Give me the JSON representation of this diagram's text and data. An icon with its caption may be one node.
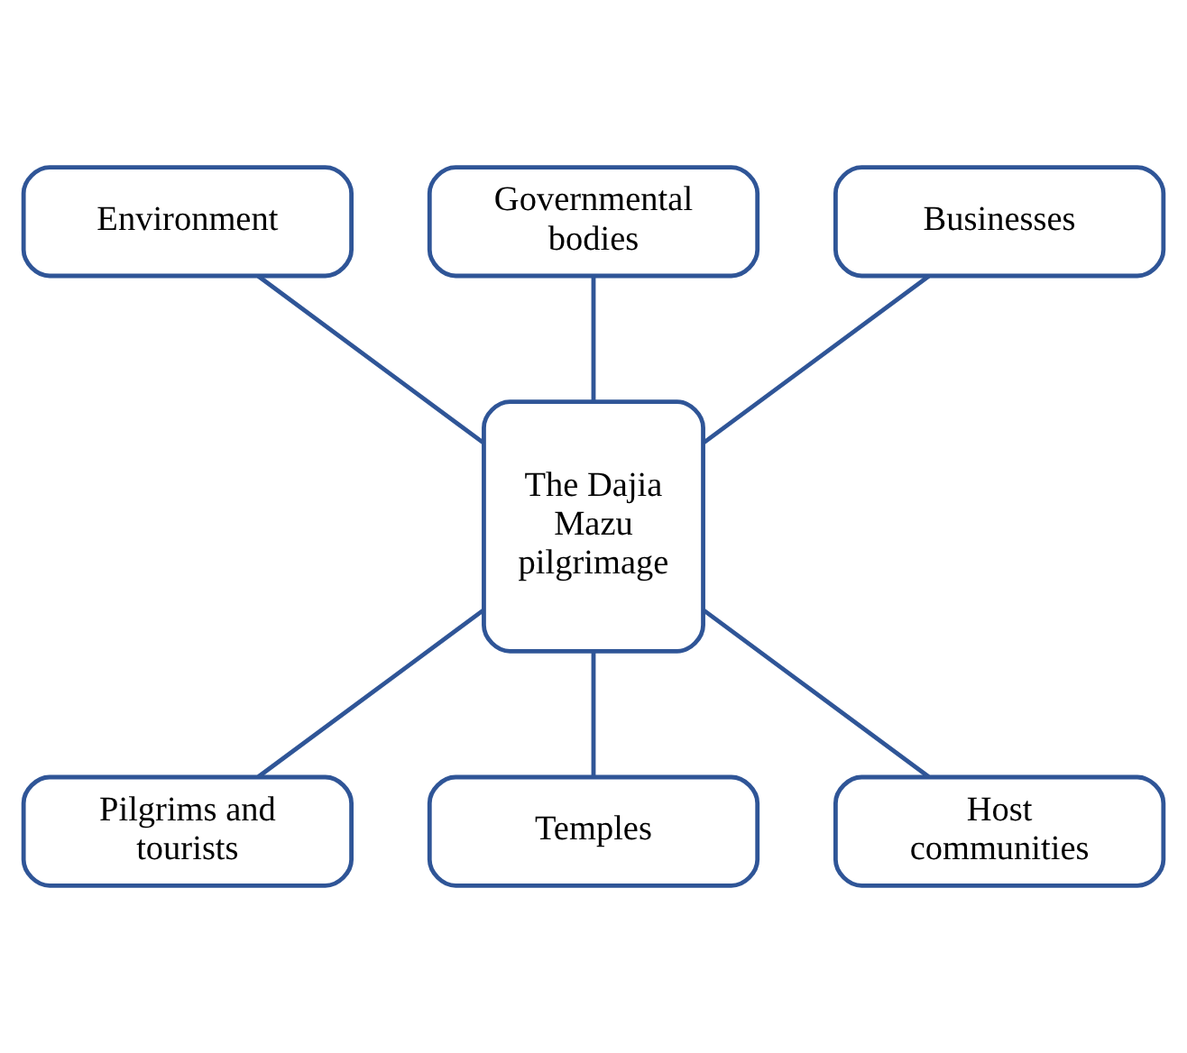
{
  "diagram": {
    "nodes": [
      {
        "text": [
          "Governmental bodies"
        ]
      },
      {
        "text": [
          "Environment"
        ]
      },
      {
        "text": [
          "Businesses"
        ]
      },
      {
        "text": [
          "The Dajia Mazu pilgrimage"
        ]
      },
      {
        "text": [
          "Pilgrims and tourists"
        ]
      },
      {
        "text": [
          "Host communities"
        ]
      },
      {
        "text": [
          "Temples"
        ]
      }
    ],
    "edges": [
      {
        "from": 3,
        "to": 0,
        "arrow": "none"
      },
      {
        "from": 3,
        "to": 1,
        "arrow": "none"
      },
      {
        "from": 3,
        "to": 2,
        "arrow": "none"
      },
      {
        "from": 3,
        "to": 4,
        "arrow": "none"
      },
      {
        "from": 3,
        "to": 5,
        "arrow": "none"
      },
      {
        "from": 3,
        "to": 6,
        "arrow": "none"
      }
    ]
  }
}
